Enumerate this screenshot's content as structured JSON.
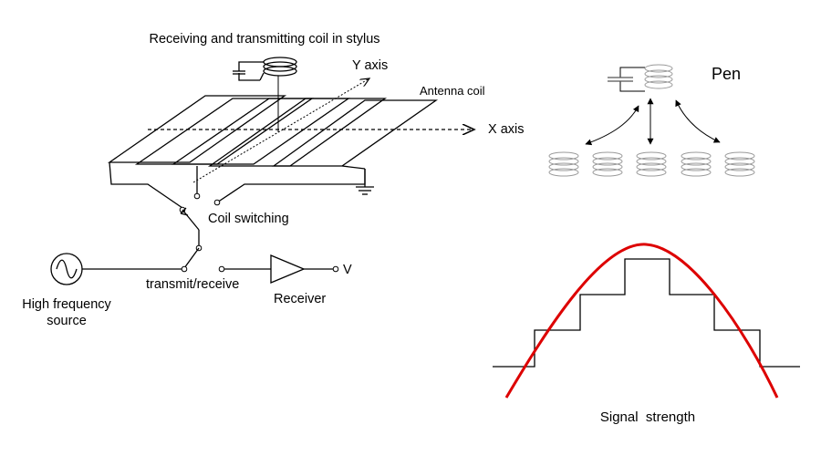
{
  "labels": {
    "stylus_coil": "Receiving and transmitting coil in stylus",
    "y_axis": "Y axis",
    "antenna_coil": "Antenna coil",
    "x_axis": "X axis",
    "coil_switching": "Coil switching",
    "transmit_receive": "transmit/receive",
    "receiver": "Receiver",
    "output_v": "V",
    "hf_source_line1": "High frequency",
    "hf_source_line2": "source",
    "pen": "Pen",
    "signal_strength": "Signal  strength"
  },
  "colors": {
    "line": "#000000",
    "signal_curve": "#dd0000",
    "pen_coil": "#9a9a9a"
  },
  "icons": {
    "hf_source": "sine-wave-source-icon",
    "receiver": "amplifier-triangle-icon",
    "ground": "ground-icon",
    "capacitor": "capacitor-icon"
  }
}
